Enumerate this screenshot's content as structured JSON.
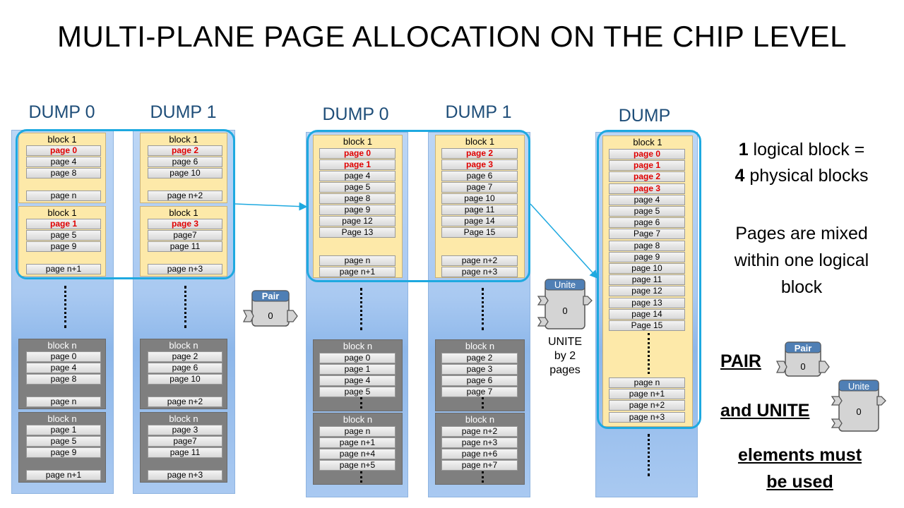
{
  "title": "MULTI-PLANE PAGE ALLOCATION ON THE CHIP LEVEL",
  "labels": {
    "dump0": "DUMP 0",
    "dump1": "DUMP 1",
    "dump": "DUMP"
  },
  "pair": {
    "name": "Pair",
    "value": "0"
  },
  "unite": {
    "name": "Unite",
    "value": "0",
    "caption": [
      "UNITE",
      "by 2",
      "pages"
    ]
  },
  "right_text": {
    "line1_num": "1",
    "line1_rest": " logical block =",
    "line2_num": "4",
    "line2_rest": " physical blocks",
    "mixed": [
      "Pages are mixed",
      "within one logical",
      "block"
    ],
    "pair_word": "PAIR",
    "and_unite": "and UNITE",
    "must": [
      "elements must",
      "be used"
    ]
  },
  "panel1": {
    "d0_yellow": [
      {
        "title": "block 1",
        "pages": [
          [
            "page 0",
            true
          ],
          [
            "page 4",
            false
          ],
          [
            "page 8",
            false
          ],
          [
            "page n",
            false
          ]
        ]
      },
      {
        "title": "block 1",
        "pages": [
          [
            "page 1",
            true
          ],
          [
            "page 5",
            false
          ],
          [
            "page 9",
            false
          ],
          [
            "page n+1",
            false
          ]
        ]
      }
    ],
    "d1_yellow": [
      {
        "title": "block 1",
        "pages": [
          [
            "page 2",
            true
          ],
          [
            "page 6",
            false
          ],
          [
            "page 10",
            false
          ],
          [
            "page n+2",
            false
          ]
        ]
      },
      {
        "title": "block 1",
        "pages": [
          [
            "page 3",
            true
          ],
          [
            "page7",
            false
          ],
          [
            "page 11",
            false
          ],
          [
            "page n+3",
            false
          ]
        ]
      }
    ],
    "d0_gray": [
      {
        "title": "block n",
        "pages": [
          "page 0",
          "page 4",
          "page 8",
          "page n"
        ]
      },
      {
        "title": "block n",
        "pages": [
          "page 1",
          "page 5",
          "page 9",
          "page n+1"
        ]
      }
    ],
    "d1_gray": [
      {
        "title": "block n",
        "pages": [
          "page 2",
          "page 6",
          "page 10",
          "page n+2"
        ]
      },
      {
        "title": "block n",
        "pages": [
          "page 3",
          "page7",
          "page 11",
          "page n+3"
        ]
      }
    ]
  },
  "panel2": {
    "d0_yellow": {
      "title": "block 1",
      "pages": [
        [
          "page 0",
          true
        ],
        [
          "page 1",
          true
        ],
        [
          "page 4",
          false
        ],
        [
          "page 5",
          false
        ],
        [
          "page 8",
          false
        ],
        [
          "page 9",
          false
        ],
        [
          "page 12",
          false
        ],
        [
          "Page 13",
          false
        ],
        [
          "page n",
          false
        ],
        [
          "page n+1",
          false
        ]
      ]
    },
    "d1_yellow": {
      "title": "block 1",
      "pages": [
        [
          "page 2",
          true
        ],
        [
          "page 3",
          true
        ],
        [
          "page 6",
          false
        ],
        [
          "page 7",
          false
        ],
        [
          "page 10",
          false
        ],
        [
          "page 11",
          false
        ],
        [
          "page 14",
          false
        ],
        [
          "Page 15",
          false
        ],
        [
          "page n+2",
          false
        ],
        [
          "page n+3",
          false
        ]
      ]
    },
    "d0_gray": [
      {
        "title": "block n",
        "pages": [
          "page 0",
          "page 1",
          "page 4",
          "page 5"
        ]
      },
      {
        "title": "block n",
        "pages": [
          "page n",
          "page n+1",
          "page n+4",
          "page n+5"
        ]
      }
    ],
    "d1_gray": [
      {
        "title": "block n",
        "pages": [
          "page 2",
          "page 3",
          "page 6",
          "page 7"
        ]
      },
      {
        "title": "block n",
        "pages": [
          "page n+2",
          "page n+3",
          "page n+6",
          "page n+7"
        ]
      }
    ]
  },
  "panel3": {
    "title": "block 1",
    "pages": [
      [
        "page 0",
        true
      ],
      [
        "page 1",
        true
      ],
      [
        "page 2",
        true
      ],
      [
        "page 3",
        true
      ],
      [
        "page 4",
        false
      ],
      [
        "page 5",
        false
      ],
      [
        "page 6",
        false
      ],
      [
        "Page 7",
        false
      ],
      [
        "page 8",
        false
      ],
      [
        "page 9",
        false
      ],
      [
        "page 10",
        false
      ],
      [
        "page 11",
        false
      ],
      [
        "page 12",
        false
      ],
      [
        "page 13",
        false
      ],
      [
        "page 14",
        false
      ],
      [
        "Page 15",
        false
      ]
    ],
    "tail": [
      "page n",
      "page n+1",
      "page n+2",
      "page n+3"
    ]
  }
}
